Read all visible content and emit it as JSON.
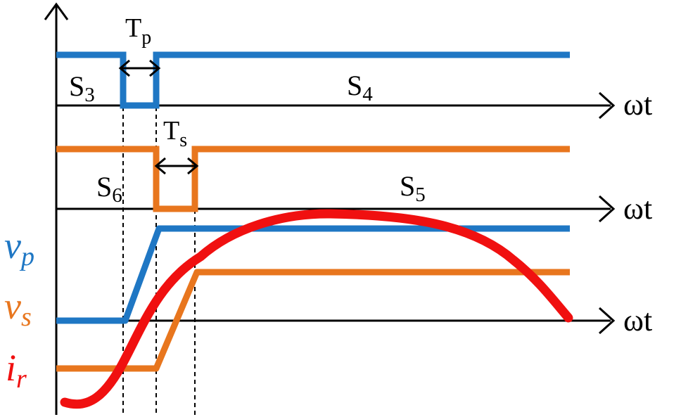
{
  "axes": {
    "top_label": "ωt",
    "middle_label": "ωt",
    "bottom_label": "ωt"
  },
  "labels": {
    "tp_main": "T",
    "tp_sub": "p",
    "ts_main": "T",
    "ts_sub": "s",
    "s3_main": "S",
    "s3_sub": "3",
    "s4_main": "S",
    "s4_sub": "4",
    "s6_main": "S",
    "s6_sub": "6",
    "s5_main": "S",
    "s5_sub": "5",
    "vp_main": "v",
    "vp_sub": "p",
    "vs_main": "v",
    "vs_sub": "s",
    "ir_main": "i",
    "ir_sub": "r"
  },
  "colors": {
    "primary_blue": "#1f77c4",
    "secondary_orange": "#e8761e",
    "current_red": "#f01010",
    "axis_black": "#000000"
  }
}
